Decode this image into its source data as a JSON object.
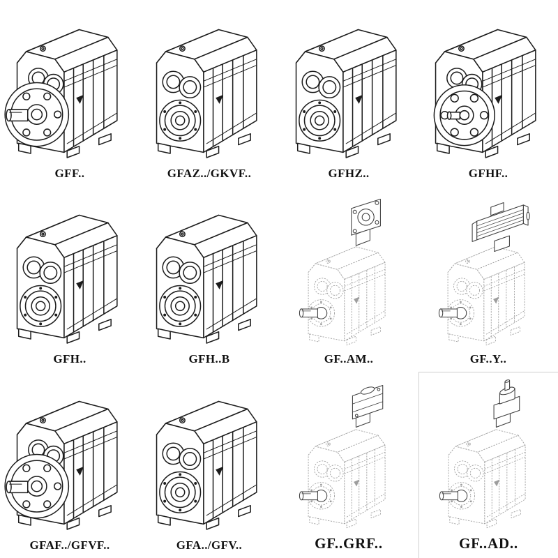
{
  "page": {
    "background": "#ffffff",
    "ink_color": "#1c1c1c",
    "ghost_color": "#9d9d9d"
  },
  "catalog": {
    "cells": [
      {
        "label": "GFF..",
        "drawing": "parallel shaft gear reducer, output flange with bolt circle and solid shaft"
      },
      {
        "label": "GFAZ../GKVF..",
        "drawing": "parallel shaft gear reducer, hollow output shaft"
      },
      {
        "label": "GFHZ..",
        "drawing": "parallel shaft gear reducer, hollow shaft with shrink disc"
      },
      {
        "label": "GFHF..",
        "drawing": "parallel shaft gear reducer, B5 output flange"
      },
      {
        "label": "GFH..",
        "drawing": "parallel shaft gear reducer, hollow shaft, foot mounted"
      },
      {
        "label": "GFH..B",
        "drawing": "parallel shaft gear reducer, hollow shaft, foot mounted variant B"
      },
      {
        "label": "GF..AM..",
        "drawing": "gear reducer outline (phantom) with IEC motor adapter flange on input"
      },
      {
        "label": "GF..Y..",
        "drawing": "gear reducer outline (phantom) with mounted motor on input"
      },
      {
        "label": "GFAF../GFVF..",
        "drawing": "parallel shaft gear reducer, output flange with bolt circle"
      },
      {
        "label": "GFA../GFV..",
        "drawing": "parallel shaft gear reducer, hollow output shaft"
      },
      {
        "label": "GF..GRF..",
        "drawing": "gear reducer outline (phantom) with gear unit adapter on input"
      },
      {
        "label": "GF..AD..",
        "drawing": "gear reducer outline (phantom) with free input shaft adapter"
      }
    ]
  }
}
